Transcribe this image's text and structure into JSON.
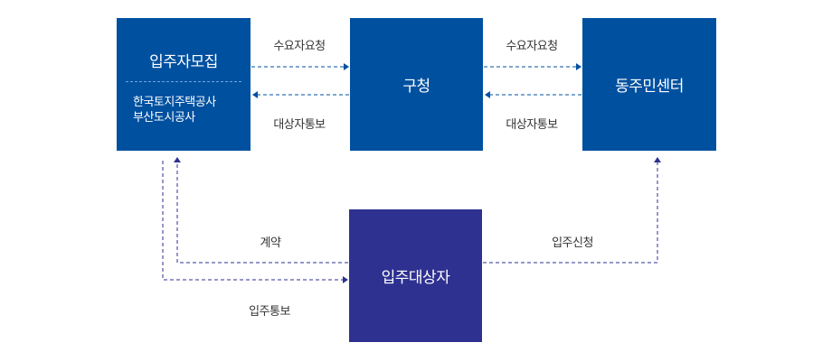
{
  "diagram": {
    "nodes": {
      "recruit": {
        "title": "입주자모집",
        "orgs": [
          "한국토지주택공사",
          "부산도시공사"
        ],
        "color": "#0050a0"
      },
      "district_office": {
        "title": "구청",
        "color": "#0050a0"
      },
      "community_center": {
        "title": "동주민센터",
        "color": "#0050a0"
      },
      "tenant": {
        "title": "입주대상자",
        "color": "#2e3190"
      }
    },
    "edges": {
      "recruit_to_district": "수요자요청",
      "district_to_recruit": "대상자통보",
      "district_to_center": "수요자요청",
      "center_to_district": "대상자통보",
      "tenant_to_recruit": "계약",
      "recruit_to_tenant": "입주통보",
      "tenant_to_center": "입주신청"
    },
    "colors": {
      "arrow_top": "#0050a0",
      "arrow_bottom": "#2e3190",
      "divider": "#6fa6dc",
      "label_text": "#333333"
    }
  }
}
